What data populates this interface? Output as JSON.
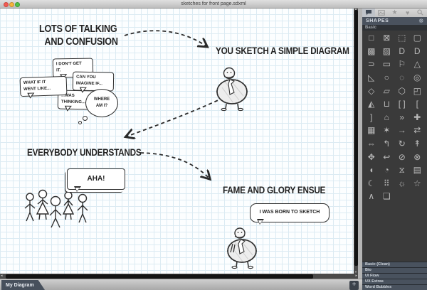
{
  "window": {
    "title": "sketches for front page.sdxml"
  },
  "canvas": {
    "steps": {
      "talking": {
        "line1": "LOTS OF TALKING",
        "line2": "AND CONFUSION"
      },
      "sketch": {
        "label": "YOU SKETCH A SIMPLE DIAGRAM"
      },
      "understand": {
        "label": "EVERYBODY UNDERSTANDS"
      },
      "fame": {
        "label": "FAME AND GLORY ENSUE"
      }
    },
    "bubbles": {
      "dont_get": {
        "l1": "I DON'T GET",
        "l2": "IT."
      },
      "imagine": {
        "l1": "CAN YOU",
        "l2": "IMAGINE IF..."
      },
      "what_if": {
        "l1": "WHAT IF IT",
        "l2": "WENT LIKE..."
      },
      "thinking": {
        "l1": "...WAS",
        "l2": "THINKING..."
      },
      "where": {
        "l1": "WHERE",
        "l2": "AM I?"
      },
      "aha": "AHA!",
      "born": "I WAS BORN TO SKETCH"
    }
  },
  "sidebar": {
    "icon_tabs": [
      {
        "name": "speech-bubble"
      },
      {
        "name": "image"
      },
      {
        "name": "star",
        "glyph": "★"
      },
      {
        "name": "heart",
        "glyph": "♥"
      },
      {
        "name": "search"
      }
    ],
    "header": {
      "title": "SHAPES",
      "gear": "☸"
    },
    "group": "Basic",
    "shapes": [
      {
        "n": "square",
        "g": "□"
      },
      {
        "n": "square-x",
        "g": "⊠"
      },
      {
        "n": "dashed-square",
        "g": "⬚"
      },
      {
        "n": "rounded-square",
        "g": "▢"
      },
      {
        "n": "hatched-square",
        "g": "▩"
      },
      {
        "n": "hatched-square-light",
        "g": "▨"
      },
      {
        "n": "rounded-d",
        "g": "D"
      },
      {
        "n": "rounded-d-alt",
        "g": "D"
      },
      {
        "n": "half-round-rect",
        "g": "⊃"
      },
      {
        "n": "skewed-rect",
        "g": "▭"
      },
      {
        "n": "flag",
        "g": "⚐"
      },
      {
        "n": "triangle",
        "g": "△"
      },
      {
        "n": "right-triangle",
        "g": "◺"
      },
      {
        "n": "circle",
        "g": "○"
      },
      {
        "n": "dashed-circle",
        "g": "◌"
      },
      {
        "n": "ring",
        "g": "◎"
      },
      {
        "n": "diamond",
        "g": "◇"
      },
      {
        "n": "trapezoid",
        "g": "▱"
      },
      {
        "n": "hexagon",
        "g": "⬡"
      },
      {
        "n": "cube",
        "g": "◰"
      },
      {
        "n": "cone",
        "g": "◭"
      },
      {
        "n": "cylinder",
        "g": "⊔"
      },
      {
        "n": "brackets",
        "g": "[ ]"
      },
      {
        "n": "bracket-left",
        "g": "["
      },
      {
        "n": "bracket-right",
        "g": "]"
      },
      {
        "n": "pentagon",
        "g": "⌂"
      },
      {
        "n": "double-chevron",
        "g": "»"
      },
      {
        "n": "cross",
        "g": "✚"
      },
      {
        "n": "grid-square",
        "g": "▦"
      },
      {
        "n": "burst",
        "g": "✶"
      },
      {
        "n": "arrow-right",
        "g": "→"
      },
      {
        "n": "swap-arrows",
        "g": "⇄"
      },
      {
        "n": "left-right-arrow",
        "g": "⇔"
      },
      {
        "n": "turn-arrow",
        "g": "↰"
      },
      {
        "n": "rotate-arrow",
        "g": "↻"
      },
      {
        "n": "split-arrow",
        "g": "↟"
      },
      {
        "n": "move-arrows",
        "g": "✥"
      },
      {
        "n": "loop-arrow",
        "g": "↩"
      },
      {
        "n": "no-symbol",
        "g": "⊘"
      },
      {
        "n": "circle-x",
        "g": "⊗"
      },
      {
        "n": "half-circle",
        "g": "◖"
      },
      {
        "n": "pac-man",
        "g": "◔"
      },
      {
        "n": "hourglass",
        "g": "⧖"
      },
      {
        "n": "paper-stack",
        "g": "▤"
      },
      {
        "n": "crescent",
        "g": "☾"
      },
      {
        "n": "dot-grid",
        "g": "⠿"
      },
      {
        "n": "sun",
        "g": "☼"
      },
      {
        "n": "star",
        "g": "☆"
      },
      {
        "n": "bird",
        "g": "∧"
      },
      {
        "n": "document",
        "g": "❏"
      }
    ],
    "sections": [
      "Basic (Clean)",
      "Bio",
      "UI Flow",
      "UX Extras",
      "Word Bubbles"
    ]
  },
  "tabbar": {
    "tab": "My Diagram",
    "add": "+"
  }
}
